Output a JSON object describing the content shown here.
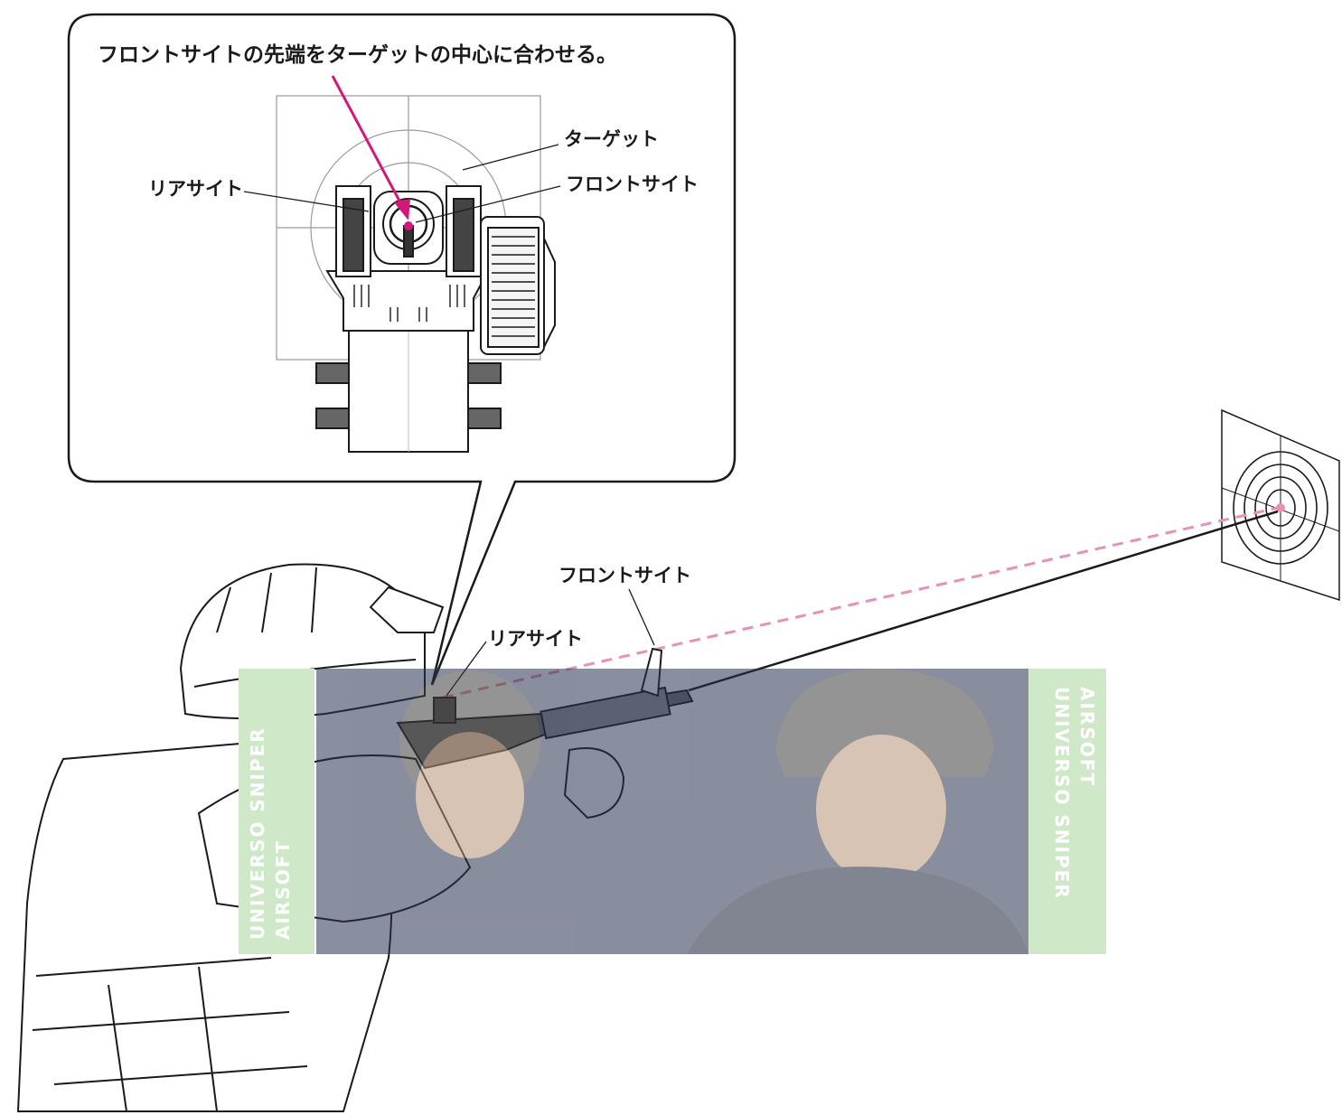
{
  "callout": {
    "instruction": "フロントサイトの先端をターゲットの中心に合わせる。",
    "label_target": "ターゲット",
    "label_rear_sight": "リアサイト",
    "label_front_sight": "フロントサイト"
  },
  "scene": {
    "label_front_sight": "フロントサイト",
    "label_rear_sight": "リアサイト"
  },
  "watermarks": {
    "left_line1": "UNIVERSO SNIPER",
    "left_line2": "AIRSOFT",
    "right_line1": "AIRSOFT",
    "right_line2": "UNIVERSO SNIPER"
  },
  "colors": {
    "line": "#1a1a1a",
    "aim": "#d4187a",
    "aim_dash": "#e890b8",
    "watermark_bg": "#cfe8c8",
    "photo_overlay": "#2a3350"
  }
}
